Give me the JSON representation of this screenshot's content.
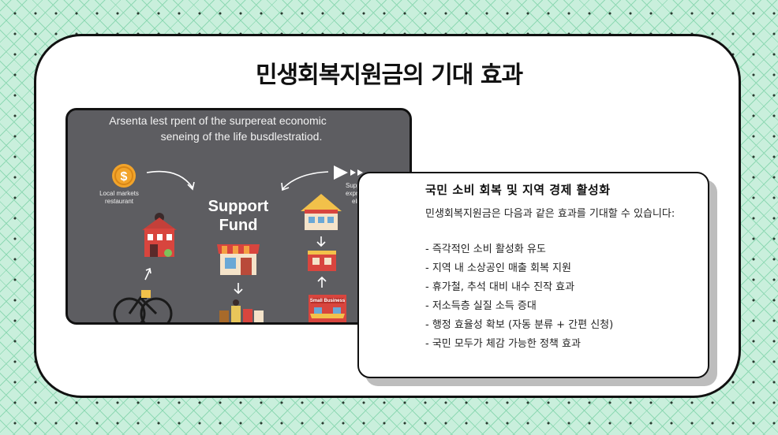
{
  "title": "민생회복지원금의 기대 효과",
  "image": {
    "caption_line1": "Arsenta lest rpent of the surpereat economic",
    "caption_line2": "seneing of the life busdlestratiod.",
    "center_label_line1": "Support",
    "center_label_line2": "Fund",
    "left_label_line1": "Local markets",
    "left_label_line2": "restaurant",
    "right_label_line1": "Support an",
    "right_label_line2": "expresteftive",
    "right_label_line3": "elnents",
    "shop_sign": "Small Business",
    "coin_symbol": "$"
  },
  "card": {
    "heading": "국민 소비 회복 및 지역 경제 활성화",
    "intro": "민생회복지원금은 다음과 같은 효과를 기대할 수 있습니다:",
    "items": [
      "- 즉각적인 소비 활성화 유도",
      "- 지역 내 소상공인 매출 회복 지원",
      "- 휴가철, 추석 대비 내수 진작 효과",
      "- 저소득층 실질 소득 증대",
      "- 행정 효율성 확보 (자동 분류 + 간편 신청)",
      "- 국민 모두가 체감 가능한 정책 효과"
    ]
  },
  "colors": {
    "background": "#c9efdc",
    "image_bg": "#5d5d61",
    "coin": "#f2a42a",
    "house_red": "#d8453e"
  }
}
